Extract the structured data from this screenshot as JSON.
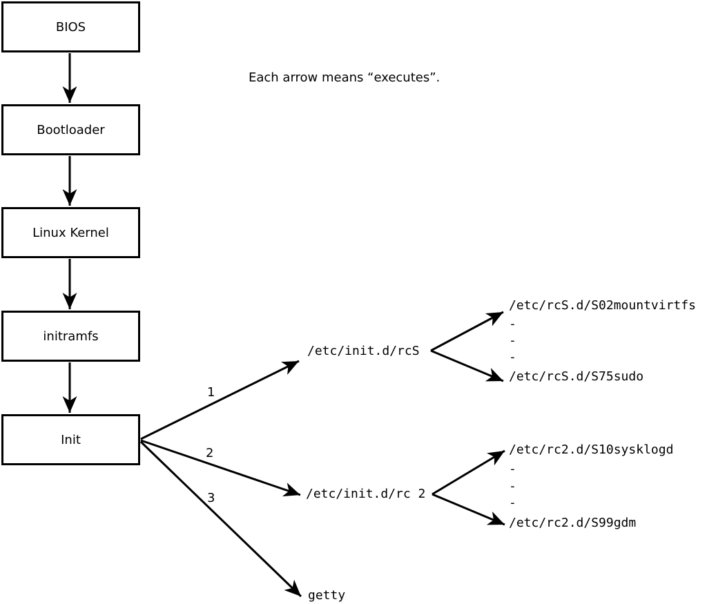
{
  "legend": {
    "note": "Each arrow means “executes”."
  },
  "chain": [
    {
      "label": "BIOS"
    },
    {
      "label": "Bootloader"
    },
    {
      "label": "Linux Kernel"
    },
    {
      "label": "initramfs"
    },
    {
      "label": "Init"
    }
  ],
  "init_targets": [
    {
      "order": "1",
      "label": "/etc/init.d/rcS"
    },
    {
      "order": "2",
      "label": "/etc/init.d/rc 2"
    },
    {
      "order": "3",
      "label": "getty"
    }
  ],
  "rcS_scripts": {
    "first": "/etc/rcS.d/S02mountvirtfs",
    "ellipsis": [
      "-",
      "-",
      "-"
    ],
    "last": "/etc/rcS.d/S75sudo"
  },
  "rc2_scripts": {
    "first": "/etc/rc2.d/S10sysklogd",
    "ellipsis": [
      "-",
      "-",
      "-"
    ],
    "last": "/etc/rc2.d/S99gdm"
  }
}
